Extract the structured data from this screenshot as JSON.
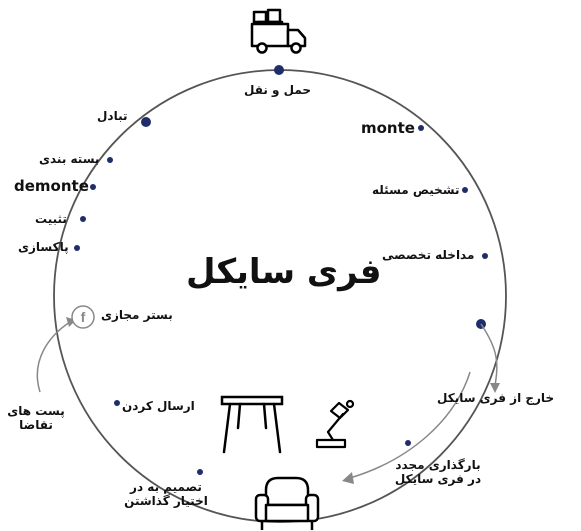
{
  "title": "فری سایکل",
  "labels": {
    "transport": "حمل و نقل",
    "exchange": "تبادل",
    "packaging": "بسته بندی",
    "demonte": "demonte",
    "fix": "تثبیت",
    "clean": "پاکسازی",
    "virtual": "بستر مجازی",
    "monte": "monte",
    "diagnose": "تشخیص مسئله",
    "expert": "مداخله تخصصی",
    "exit": "خارج از فری سایکل",
    "reload_1": "بارگذاری مجدد",
    "reload_2": "در فری سایکل",
    "send": "ارسال کردن",
    "decide_1": "تصمیم به در",
    "decide_2": "اختیار گذاشتن",
    "request_1": "پست های",
    "request_2": "تقاضا"
  },
  "icons": [
    "truck-icon",
    "facebook-icon",
    "table-icon",
    "desk-lamp-icon",
    "armchair-icon"
  ],
  "colors": {
    "dot": "#1f2d6b",
    "circle": "#555555",
    "arrow": "#888888"
  }
}
